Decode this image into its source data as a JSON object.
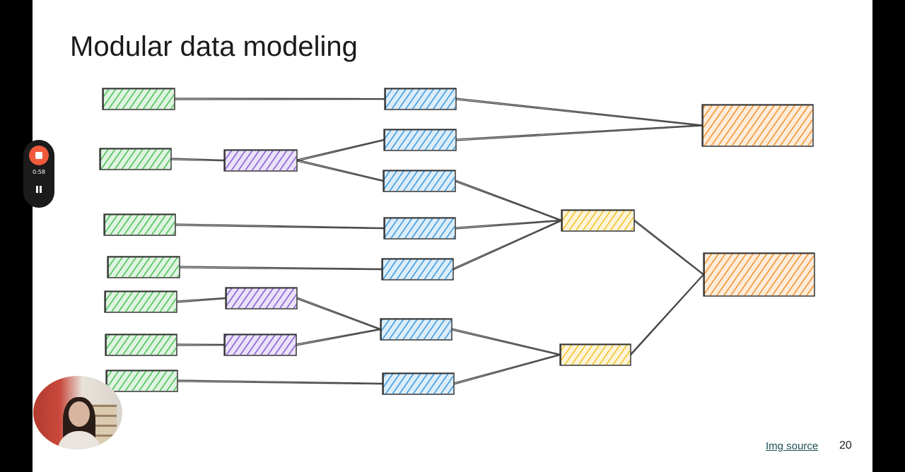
{
  "slide": {
    "title": "Modular data modeling",
    "img_source_link": "Img source",
    "page_number": "20"
  },
  "recorder": {
    "elapsed": "0:58",
    "stop_icon": "record-stop-icon",
    "pause_icon": "pause-icon"
  },
  "webcam": {
    "icon": "presenter-webcam"
  },
  "colors": {
    "source": "#4fc25a",
    "intermediate": "#8a5fd6",
    "staging": "#3f9be0",
    "aggregate": "#f2c42a",
    "output": "#f39433",
    "edge": "#444444"
  },
  "diagram": {
    "nodes": [
      {
        "id": "g1",
        "kind": "source"
      },
      {
        "id": "g2",
        "kind": "source"
      },
      {
        "id": "g3",
        "kind": "source"
      },
      {
        "id": "g4",
        "kind": "source"
      },
      {
        "id": "g5",
        "kind": "source"
      },
      {
        "id": "g6",
        "kind": "source"
      },
      {
        "id": "g7",
        "kind": "source"
      },
      {
        "id": "p1",
        "kind": "intermediate"
      },
      {
        "id": "p2",
        "kind": "intermediate"
      },
      {
        "id": "p3",
        "kind": "intermediate"
      },
      {
        "id": "b1",
        "kind": "staging"
      },
      {
        "id": "b2",
        "kind": "staging"
      },
      {
        "id": "b3",
        "kind": "staging"
      },
      {
        "id": "b4",
        "kind": "staging"
      },
      {
        "id": "b5",
        "kind": "staging"
      },
      {
        "id": "b6",
        "kind": "staging"
      },
      {
        "id": "b7",
        "kind": "staging"
      },
      {
        "id": "y1",
        "kind": "aggregate"
      },
      {
        "id": "y2",
        "kind": "aggregate"
      },
      {
        "id": "o1",
        "kind": "output"
      },
      {
        "id": "o2",
        "kind": "output"
      }
    ],
    "edges": [
      [
        "g1",
        "b1"
      ],
      [
        "g2",
        "p1"
      ],
      [
        "p1",
        "b2"
      ],
      [
        "p1",
        "b3"
      ],
      [
        "g3",
        "b4"
      ],
      [
        "g4",
        "b5"
      ],
      [
        "g5",
        "p2"
      ],
      [
        "g6",
        "p3"
      ],
      [
        "p2",
        "b6"
      ],
      [
        "p3",
        "b6"
      ],
      [
        "g7",
        "b7"
      ],
      [
        "b1",
        "o1"
      ],
      [
        "b2",
        "o1"
      ],
      [
        "b3",
        "y1"
      ],
      [
        "b4",
        "y1"
      ],
      [
        "b5",
        "y1"
      ],
      [
        "b6",
        "y2"
      ],
      [
        "b7",
        "y2"
      ],
      [
        "y1",
        "o2"
      ],
      [
        "y2",
        "o2"
      ]
    ]
  }
}
